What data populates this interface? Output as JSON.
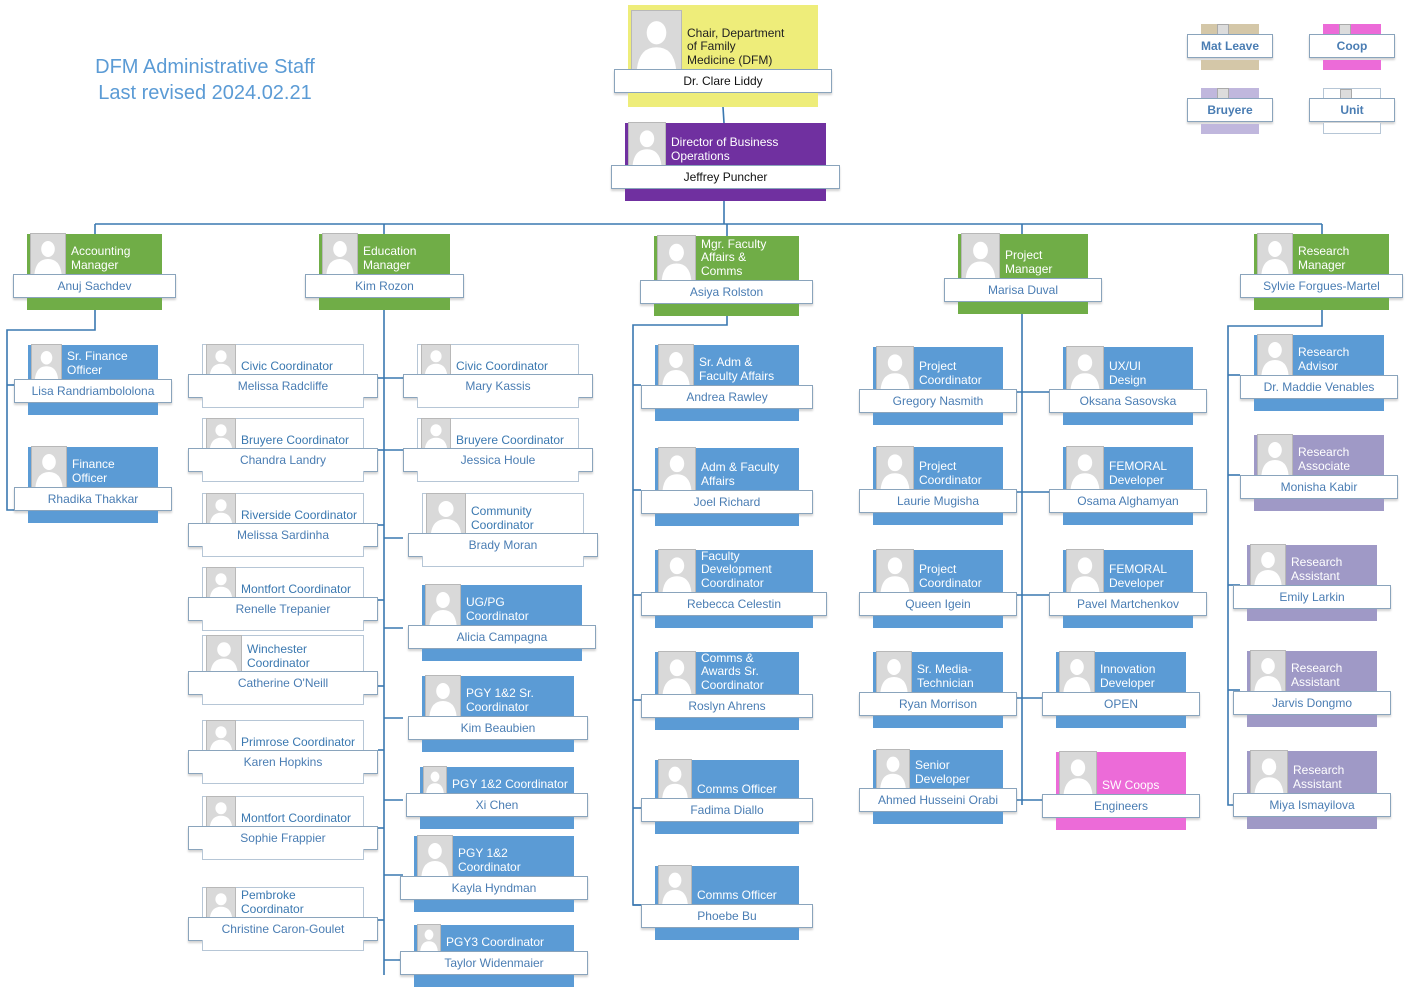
{
  "header": {
    "title_line1": "DFM Administrative Staff",
    "title_line2": "Last revised 2024.02.21"
  },
  "colors": {
    "yellow": "#eeed7a",
    "purple": "#7030a0",
    "green": "#70ad47",
    "blue": "#5b9bd5",
    "lavender": "#9f99c6",
    "pink": "#ec6bd8",
    "beige": "#d4c7a8",
    "light_purple": "#c0b7dd",
    "connector": "#3a78b0",
    "title_text": "#5b9bd5"
  },
  "legend": [
    {
      "label": "Mat Leave",
      "color": "beige"
    },
    {
      "label": "Coop",
      "color": "pink"
    },
    {
      "label": "Bruyere",
      "color": "light_purple"
    },
    {
      "label": "Unit",
      "color": "none"
    }
  ],
  "nodes": [
    {
      "title": "Chair, Department\nof Family\nMedicine (DFM)",
      "name": "Dr. Clare Liddy",
      "color": "yellow"
    },
    {
      "title": "Director of Business\nOperations",
      "name": "Jeffrey Puncher",
      "color": "purple"
    },
    {
      "title": "Accounting\nManager",
      "name": "Anuj Sachdev",
      "color": "green"
    },
    {
      "title": "Education\nManager",
      "name": "Kim Rozon",
      "color": "green"
    },
    {
      "title": "Mgr. Faculty\nAffairs &\nComms",
      "name": "Asiya Rolston",
      "color": "green"
    },
    {
      "title": "Project\nManager",
      "name": "Marisa Duval",
      "color": "green"
    },
    {
      "title": "Research\nManager",
      "name": "Sylvie Forgues-Martel",
      "color": "green"
    },
    {
      "title": "Sr. Finance\nOfficer",
      "name": "Lisa Randriambololona",
      "color": "blue"
    },
    {
      "title": "Finance\nOfficer",
      "name": "Rhadika Thakkar",
      "color": "blue"
    },
    {
      "title": "Civic Coordinator",
      "name": "Melissa Radcliffe",
      "color": "none"
    },
    {
      "title": "Bruyere Coordinator",
      "name": "Chandra Landry",
      "color": "none"
    },
    {
      "title": "Riverside Coordinator",
      "name": "Melissa Sardinha",
      "color": "none"
    },
    {
      "title": "Montfort Coordinator",
      "name": "Renelle Trepanier",
      "color": "none"
    },
    {
      "title": "Winchester\nCoordinator",
      "name": "Catherine O'Neill",
      "color": "none"
    },
    {
      "title": "Primrose Coordinator",
      "name": "Karen Hopkins",
      "color": "none"
    },
    {
      "title": "Montfort Coordinator",
      "name": "Sophie Frappier",
      "color": "none"
    },
    {
      "title": "Pembroke Coordinator",
      "name": "Christine Caron-Goulet",
      "color": "none"
    },
    {
      "title": "Civic Coordinator",
      "name": "Mary Kassis",
      "color": "none"
    },
    {
      "title": "Bruyere Coordinator",
      "name": "Jessica Houle",
      "color": "none"
    },
    {
      "title": "Community\nCoordinator",
      "name": "Brady Moran",
      "color": "none"
    },
    {
      "title": "UG/PG\nCoordinator",
      "name": "Alicia Campagna",
      "color": "blue"
    },
    {
      "title": "PGY 1&2  Sr.\nCoordinator",
      "name": "Kim Beaubien",
      "color": "blue"
    },
    {
      "title": "PGY 1&2 Coordinator",
      "name": "Xi Chen",
      "color": "blue"
    },
    {
      "title": "PGY 1&2\nCoordinator",
      "name": "Kayla Hyndman",
      "color": "blue"
    },
    {
      "title": "PGY3 Coordinator",
      "name": "Taylor Widenmaier",
      "color": "blue"
    },
    {
      "title": "Sr. Adm &\nFaculty Affairs",
      "name": "Andrea Rawley",
      "color": "blue"
    },
    {
      "title": "Adm & Faculty\nAffairs",
      "name": "Joel Richard",
      "color": "blue"
    },
    {
      "title": "Faculty\nDevelopment\nCoordinator",
      "name": "Rebecca Celestin",
      "color": "blue"
    },
    {
      "title": "Comms &\nAwards Sr.\nCoordinator",
      "name": "Roslyn Ahrens",
      "color": "blue"
    },
    {
      "title": "Comms Officer",
      "name": "Fadima Diallo",
      "color": "blue"
    },
    {
      "title": "Comms Officer",
      "name": "Phoebe Bu",
      "color": "blue"
    },
    {
      "title": "Project\nCoordinator",
      "name": "Gregory Nasmith",
      "color": "blue"
    },
    {
      "title": "Project\nCoordinator",
      "name": "Laurie Mugisha",
      "color": "blue"
    },
    {
      "title": "Project\nCoordinator",
      "name": "Queen Igein",
      "color": "blue"
    },
    {
      "title": "Sr. Media-\nTechnician",
      "name": "Ryan Morrison",
      "color": "blue"
    },
    {
      "title": "Senior\nDeveloper",
      "name": "Ahmed Husseini Orabi",
      "color": "blue"
    },
    {
      "title": "UX/UI\nDesign",
      "name": "Oksana Sasovska",
      "color": "blue"
    },
    {
      "title": "FEMORAL\nDeveloper",
      "name": "Osama Alghamyan",
      "color": "blue"
    },
    {
      "title": "FEMORAL\nDeveloper",
      "name": "Pavel Martchenkov",
      "color": "blue"
    },
    {
      "title": "Innovation\nDeveloper",
      "name": "OPEN",
      "color": "blue"
    },
    {
      "title": "SW Coops",
      "name": "Engineers",
      "color": "pink"
    },
    {
      "title": "Research\nAdvisor",
      "name": "Dr. Maddie Venables",
      "color": "blue"
    },
    {
      "title": "Research\nAssociate",
      "name": "Monisha Kabir",
      "color": "lavender"
    },
    {
      "title": "Research\nAssistant",
      "name": "Emily Larkin",
      "color": "lavender"
    },
    {
      "title": "Research\nAssistant",
      "name": "Jarvis Dongmo",
      "color": "lavender"
    },
    {
      "title": "Research\nAssistant",
      "name": "Miya Ismayilova",
      "color": "lavender"
    }
  ]
}
